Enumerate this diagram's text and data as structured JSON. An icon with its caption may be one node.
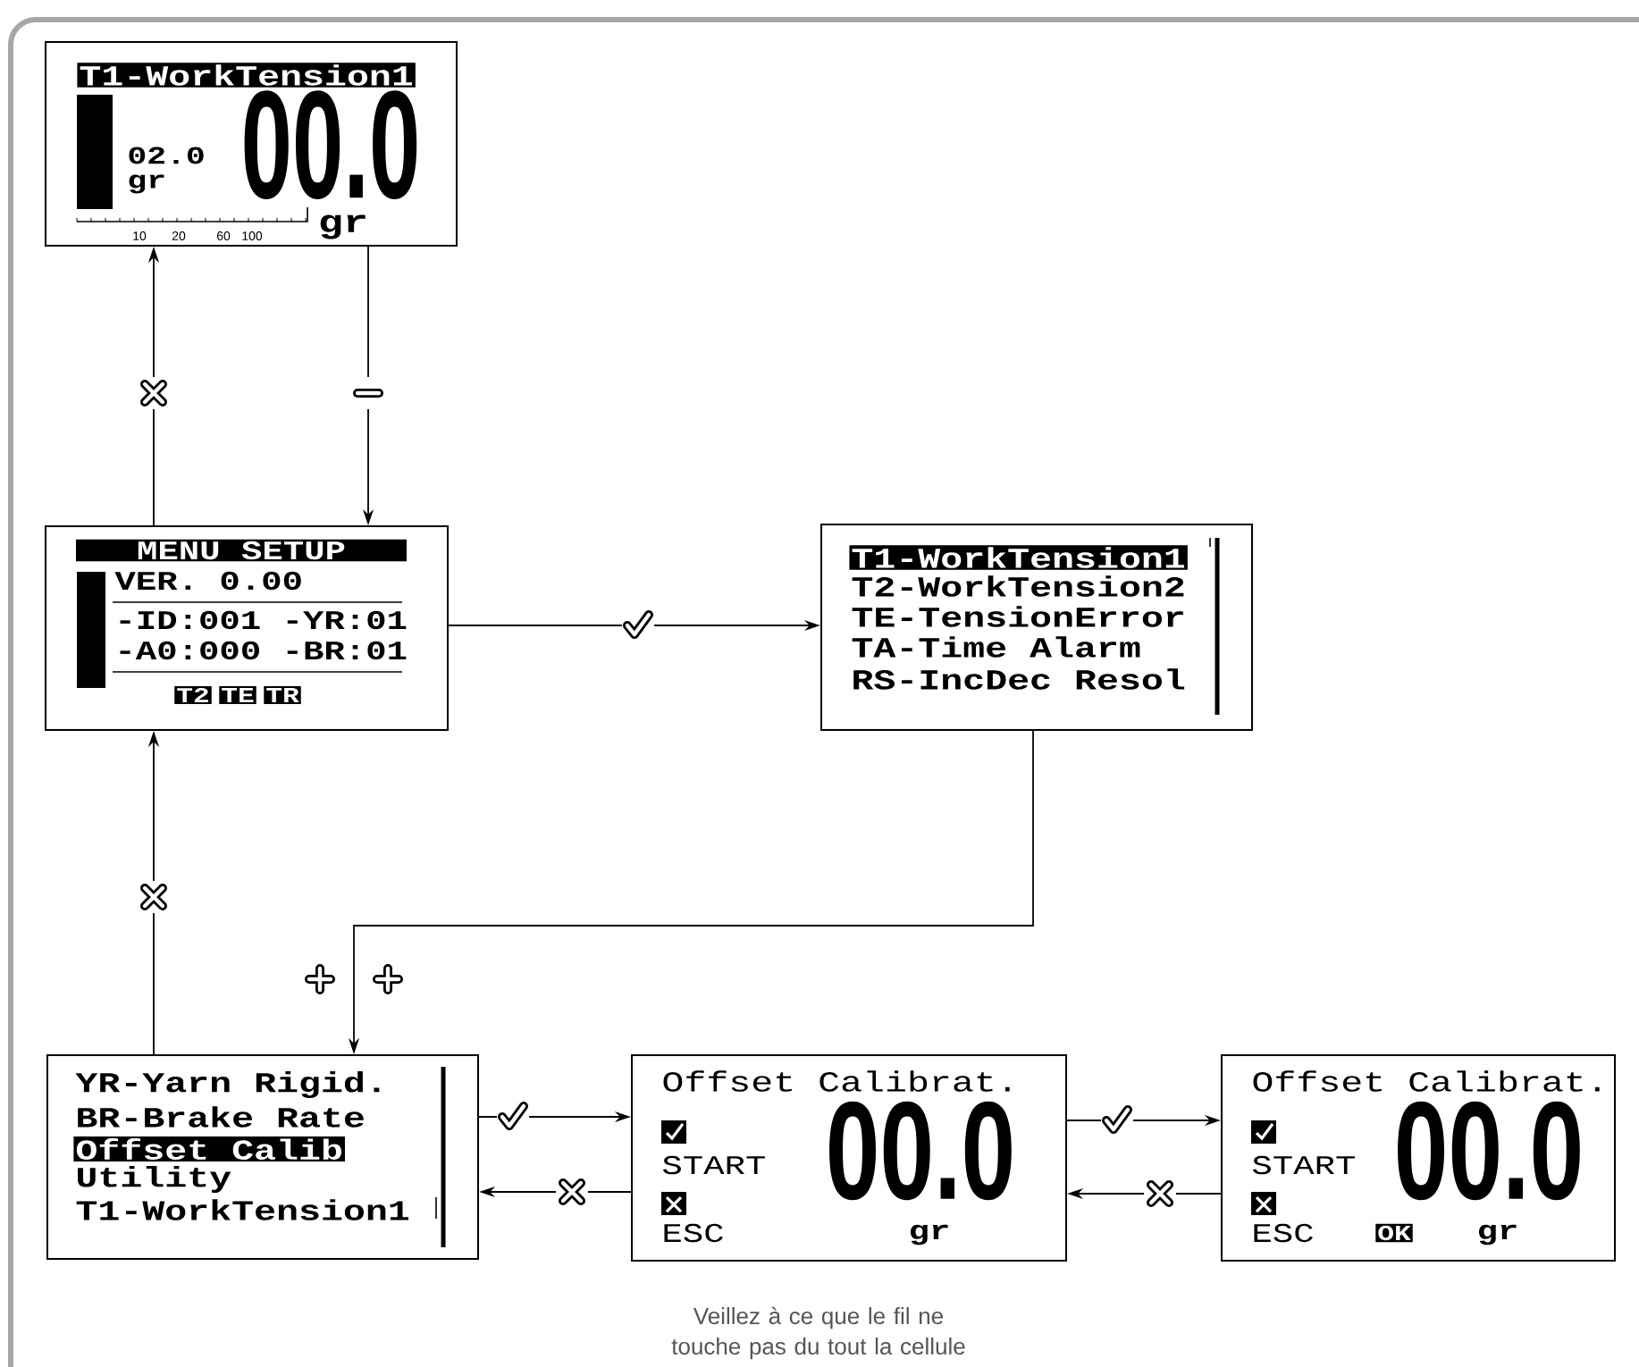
{
  "diagram": {
    "caption": "Veillez à ce que le fil ne touche pas du tout la cellule",
    "nodes": [
      {
        "text": [
          "T1-WorkTension1",
          "02.0",
          "gr",
          "00.0",
          "10",
          "20",
          "60",
          "100",
          "gr"
        ]
      },
      {
        "text": [
          "MENU SETUP",
          "VER. 0.00",
          "-ID:001 -YR:01",
          "-A0:000 -BR:01",
          "T2",
          "TE",
          "TR"
        ]
      },
      {
        "text": [
          "T1-WorkTension1",
          "T2-WorkTension2",
          "TE-TensionError",
          "TA-Time Alarm",
          "RS-IncDec Resol"
        ]
      },
      {
        "text": [
          "YR-Yarn Rigid.",
          "BR-Brake Rate",
          "Offset Calib",
          "Utility",
          "T1-WorkTension1"
        ]
      },
      {
        "text": [
          "Offset Calibrat.",
          "START",
          "ESC",
          "00.0",
          "gr"
        ]
      },
      {
        "text": [
          "Offset Calibrat.",
          "START",
          "ESC",
          "OK",
          "00.0",
          "gr"
        ]
      }
    ],
    "edges": [
      {
        "from": 1,
        "to": 0,
        "arrow": "to"
      },
      {
        "from": 0,
        "to": 1,
        "arrow": "to"
      },
      {
        "from": 1,
        "to": 2,
        "arrow": "to"
      },
      {
        "from": 2,
        "to": 3,
        "arrow": "to"
      },
      {
        "from": 3,
        "to": 1,
        "arrow": "to"
      },
      {
        "from": 3,
        "to": 4,
        "arrow": "to"
      },
      {
        "from": 4,
        "to": 3,
        "arrow": "to"
      },
      {
        "from": 4,
        "to": 5,
        "arrow": "to"
      },
      {
        "from": 5,
        "to": 4,
        "arrow": "to"
      }
    ]
  }
}
